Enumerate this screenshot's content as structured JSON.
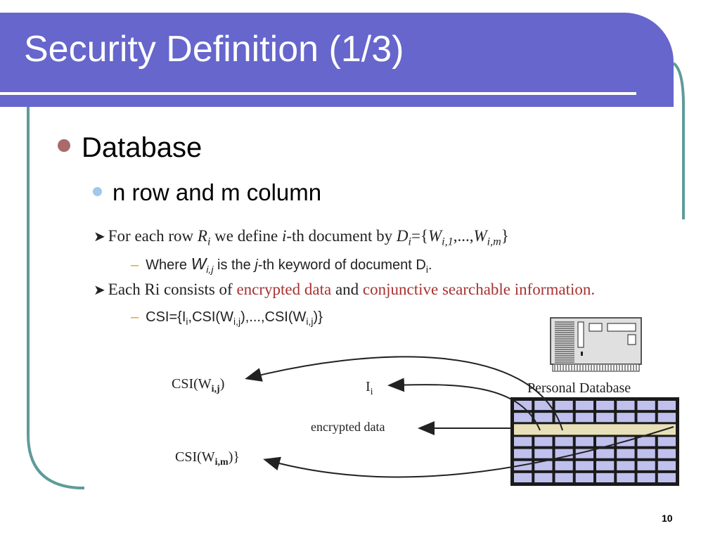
{
  "slide": {
    "title": "Security Definition (1/3)",
    "page_number": "10",
    "colors": {
      "title_bar": "#6666cc",
      "frame": "#5f9b9b",
      "bullet_red": "#a86a6a",
      "bullet_blue": "#9fc8ee",
      "highlight_red": "#a83232",
      "dash_orange": "#e0a020"
    }
  },
  "bullets": {
    "level1": "Database",
    "level2": "n row and m column"
  },
  "content": {
    "row_def": {
      "prefix": "For each row ",
      "r_var": "R",
      "r_sub": "i",
      "mid1": " we define ",
      "i_var": "i",
      "mid2": "-th document by ",
      "d_var": "D",
      "d_sub": "i",
      "eq_open": "={",
      "w1_var": "W",
      "w1_sub": "i,1",
      "ellipsis": ",...,",
      "wm_var": "W",
      "wm_sub": "i,m",
      "close": "}"
    },
    "where": {
      "prefix": "Where ",
      "w_var": "W",
      "w_sub": "i,j",
      "mid": " is the ",
      "j_var": "j",
      "rest": "-th keyword of document D",
      "d_sub": "i",
      "end": "."
    },
    "each_ri": {
      "prefix": "Each Ri  consists of ",
      "red1": "encrypted data",
      "mid": " and ",
      "red2": "conjunctive searchable information."
    },
    "csi": {
      "prefix": "CSI={I",
      "s1": "i",
      "p2": ",CSI(W",
      "s2": "i,j",
      "p3": "),...,CSI(W",
      "s3": "i,j",
      "p4": ")}"
    }
  },
  "diagram": {
    "database_label": "Personal Database",
    "label_csi_j_prefix": "CSI(W",
    "label_csi_j_sub": "i,j",
    "label_csi_j_suffix": ")",
    "label_ii": "I",
    "label_ii_sub": "i",
    "label_encrypted": "encrypted data",
    "label_csi_m_prefix": "CSI(W",
    "label_csi_m_sub": "i,m",
    "label_csi_m_suffix": ")}",
    "grid_rows": 7,
    "grid_cols": 8,
    "highlighted_row": 2,
    "colors": {
      "cell": "#c0c0ee",
      "cell_highlight": "#e8e0b8",
      "grid_border": "#1a1a1a",
      "server_fill": "#e0e0e0"
    }
  }
}
